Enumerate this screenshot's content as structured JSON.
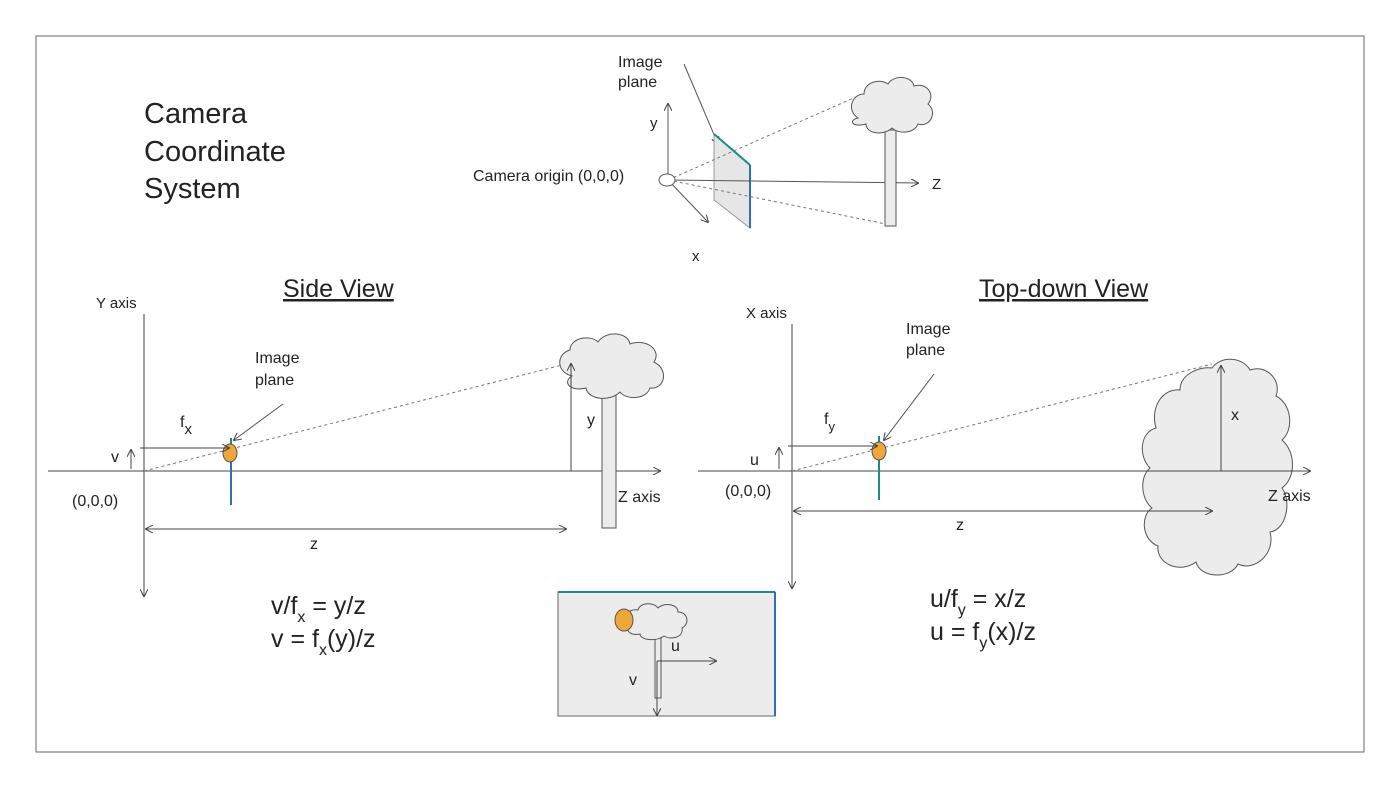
{
  "title_lines": [
    "Camera",
    "Coordinate",
    "System"
  ],
  "top_diagram": {
    "image_plane_label": [
      "Image",
      "plane"
    ],
    "y_label": "y",
    "x_label": "x",
    "z_label": "Z",
    "origin_label": "Camera origin (0,0,0)"
  },
  "side_view": {
    "heading": "Side View",
    "y_axis_label": "Y axis",
    "z_axis_label": "Z axis",
    "origin_label": "(0,0,0)",
    "focal_label": "f",
    "focal_sub": "x",
    "v_label": "v",
    "y_label": "y",
    "z_label": "z",
    "image_plane_label": [
      "Image",
      "plane"
    ],
    "eq1": {
      "a": "v/f",
      "sub": "x",
      "b": " = y/z"
    },
    "eq2": {
      "a": "v = f",
      "sub": "x",
      "b": "(y)/z"
    }
  },
  "top_view": {
    "heading": "Top-down View",
    "x_axis_label": "X axis",
    "z_axis_label": "Z axis",
    "origin_label": "(0,0,0)",
    "focal_label": "f",
    "focal_sub": "y",
    "u_label": "u",
    "x_label": "x",
    "z_label": "z",
    "image_plane_label": [
      "Image",
      "plane"
    ],
    "eq1": {
      "a": "u/f",
      "sub": "y",
      "b": " = x/z"
    },
    "eq2": {
      "a": "u = f",
      "sub": "y",
      "b": "(x)/z"
    }
  },
  "image_inset": {
    "u_label": "u",
    "v_label": "v"
  },
  "colors": {
    "frame": "#555555",
    "plane_teal": "#1b8a8a",
    "plane_blue": "#2f6fb6",
    "point_orange": "#f0a73a",
    "fill_gray": "#ececec"
  }
}
